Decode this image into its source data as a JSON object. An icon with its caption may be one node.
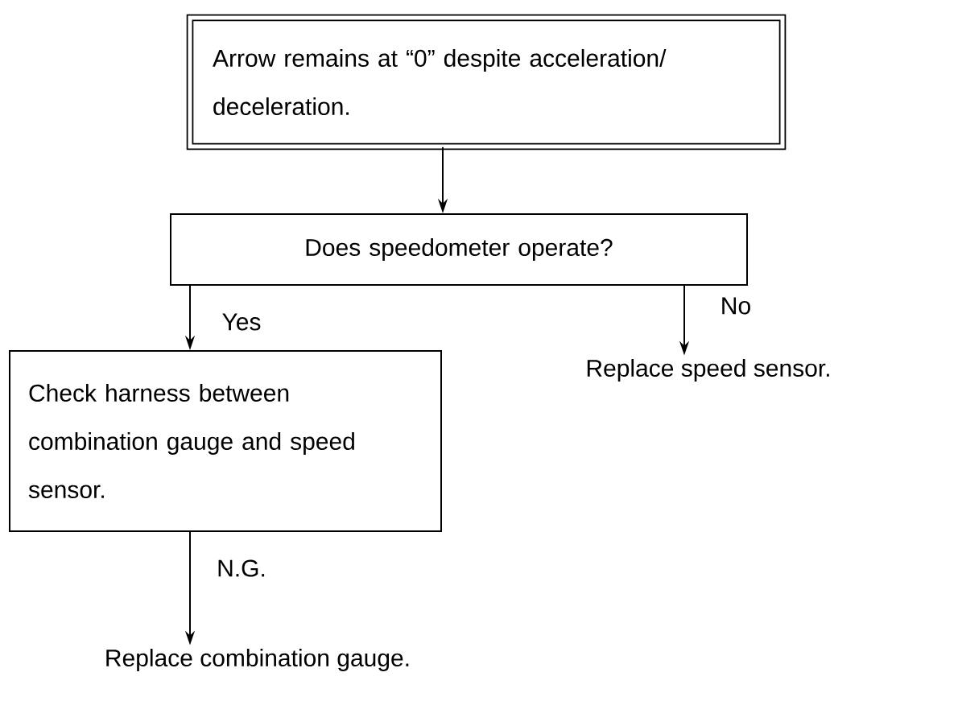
{
  "diagram": {
    "nodes": [
      {
        "text": [
          "Arrow remains at “0” despite acceleration/ deceleration."
        ]
      },
      {
        "text": [
          "Does speedometer operate?"
        ]
      },
      {
        "text": [
          "Check harness between combination gauge and speed sensor."
        ]
      },
      {
        "text": [
          "Replace speed sensor."
        ]
      },
      {
        "text": [
          "Replace combination gauge."
        ]
      }
    ],
    "edges": [
      {
        "from": 0,
        "to": 1,
        "arrow": "to"
      },
      {
        "from": 1,
        "to": 2,
        "arrow": "to",
        "label": "Yes"
      },
      {
        "from": 1,
        "to": 3,
        "arrow": "to",
        "label": "No"
      },
      {
        "from": 2,
        "to": 4,
        "arrow": "to",
        "label": "N.G."
      }
    ]
  }
}
